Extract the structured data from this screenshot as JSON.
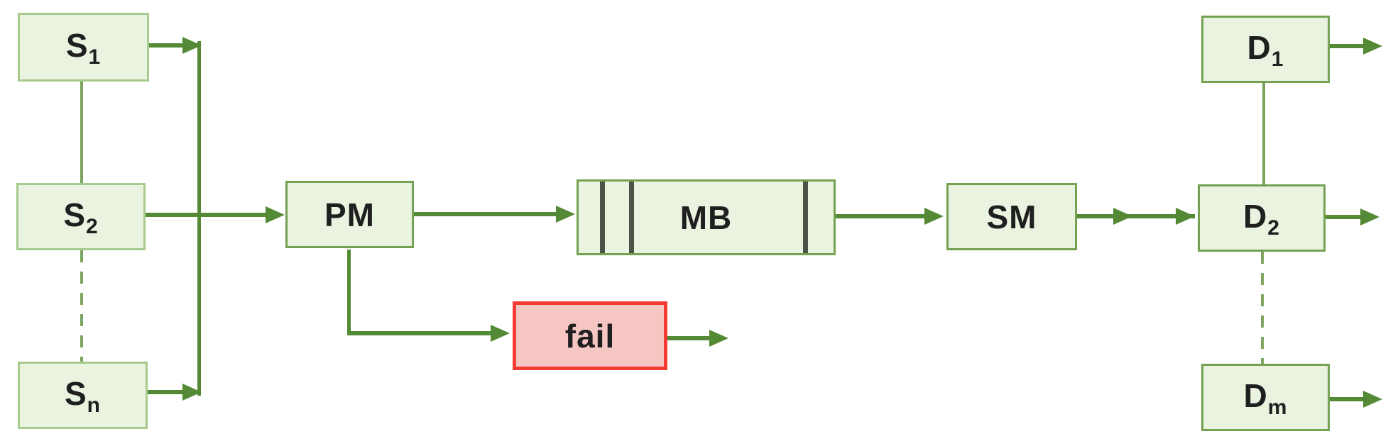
{
  "diagram": {
    "title": "message-flow-diagram",
    "nodes": {
      "s1": {
        "main": "S",
        "sub": "1"
      },
      "s2": {
        "main": "S",
        "sub": "2"
      },
      "sn": {
        "main": "S",
        "sub": "n"
      },
      "pm": {
        "label": "PM"
      },
      "mb": {
        "label": "MB"
      },
      "sm": {
        "label": "SM"
      },
      "fail": {
        "label": "fail"
      },
      "d1": {
        "main": "D",
        "sub": "1"
      },
      "d2": {
        "main": "D",
        "sub": "2"
      },
      "dm": {
        "main": "D",
        "sub": "m"
      }
    },
    "colors": {
      "node_fill": "#eaf2e0",
      "node_border": "#74a152",
      "source_border": "#a7cb8e",
      "flow": "#548a35",
      "connector": "#7da35f",
      "fail_fill": "#f6c6c2",
      "fail_border": "#f23b33",
      "queue_slot": "#4d5347",
      "text": "#1f1f1f",
      "bg": "#ffffff"
    }
  }
}
